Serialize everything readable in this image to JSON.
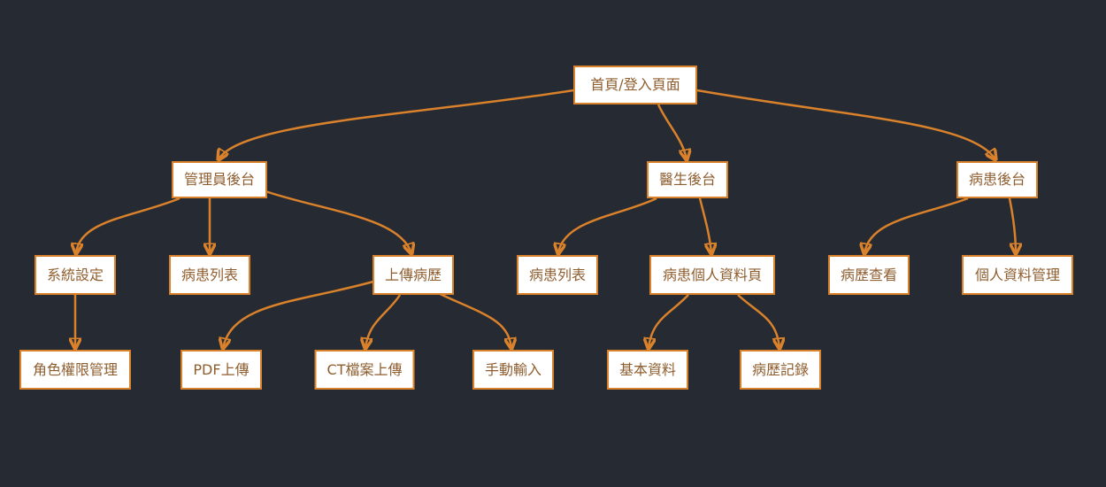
{
  "diagram": {
    "type": "flowchart",
    "direction": "top-down",
    "colors": {
      "background": "#262a33",
      "node_fill": "#ffffff",
      "node_border": "#d9822b",
      "node_text": "#8f5e2f",
      "edge_line": "#d9822b",
      "arrowhead": "#d9822b"
    },
    "nodes": [
      {
        "id": "home-login",
        "label": "首頁/登入頁面",
        "level": 1
      },
      {
        "id": "admin-backend",
        "label": "管理員後台",
        "level": 2
      },
      {
        "id": "doctor-backend",
        "label": "醫生後台",
        "level": 2
      },
      {
        "id": "patient-backend",
        "label": "病患後台",
        "level": 2
      },
      {
        "id": "system-settings",
        "label": "系統設定",
        "level": 3
      },
      {
        "id": "patient-list-admin",
        "label": "病患列表",
        "level": 3
      },
      {
        "id": "upload-record",
        "label": "上傳病歷",
        "level": 3
      },
      {
        "id": "patient-list-doctor",
        "label": "病患列表",
        "level": 3
      },
      {
        "id": "patient-profile-page",
        "label": "病患個人資料頁",
        "level": 3
      },
      {
        "id": "record-view",
        "label": "病歷查看",
        "level": 3
      },
      {
        "id": "profile-management",
        "label": "個人資料管理",
        "level": 3
      },
      {
        "id": "role-permission",
        "label": "角色權限管理",
        "level": 4
      },
      {
        "id": "pdf-upload",
        "label": "PDF上傳",
        "level": 4
      },
      {
        "id": "ct-file-upload",
        "label": "CT檔案上傳",
        "level": 4
      },
      {
        "id": "manual-input",
        "label": "手動輸入",
        "level": 4
      },
      {
        "id": "basic-info",
        "label": "基本資料",
        "level": 4
      },
      {
        "id": "record-log",
        "label": "病歷記錄",
        "level": 4
      }
    ],
    "edges": [
      [
        "home-login",
        "admin-backend"
      ],
      [
        "home-login",
        "doctor-backend"
      ],
      [
        "home-login",
        "patient-backend"
      ],
      [
        "admin-backend",
        "system-settings"
      ],
      [
        "admin-backend",
        "patient-list-admin"
      ],
      [
        "admin-backend",
        "upload-record"
      ],
      [
        "doctor-backend",
        "patient-list-doctor"
      ],
      [
        "doctor-backend",
        "patient-profile-page"
      ],
      [
        "patient-backend",
        "record-view"
      ],
      [
        "patient-backend",
        "profile-management"
      ],
      [
        "system-settings",
        "role-permission"
      ],
      [
        "upload-record",
        "pdf-upload"
      ],
      [
        "upload-record",
        "ct-file-upload"
      ],
      [
        "upload-record",
        "manual-input"
      ],
      [
        "patient-profile-page",
        "basic-info"
      ],
      [
        "patient-profile-page",
        "record-log"
      ]
    ]
  }
}
